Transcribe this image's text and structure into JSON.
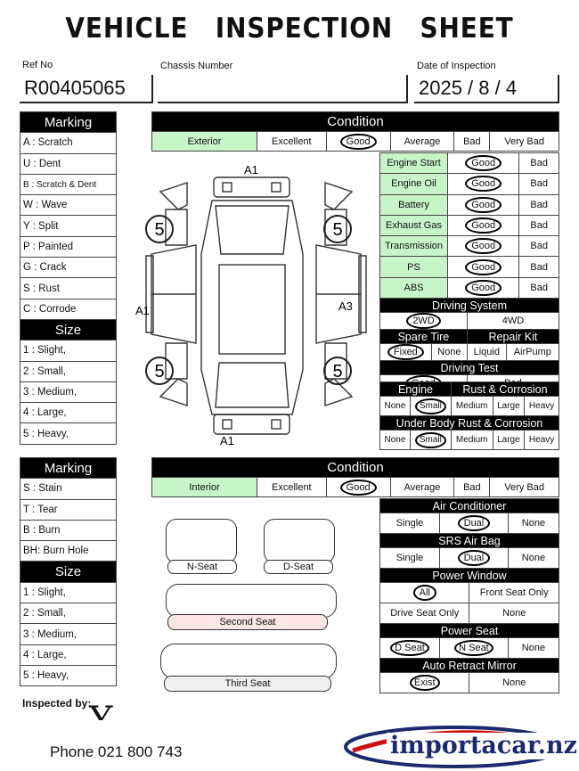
{
  "title": "VEHICLE INSPECTION SHEET",
  "header": {
    "ref_label": "Ref No",
    "ref_value": "R00405065",
    "chassis_label": "Chassis Number",
    "chassis_value": "",
    "date_label": "Date of Inspection",
    "date_value": "2025 / 8 / 4"
  },
  "ext_marking": {
    "title": "Marking",
    "items": [
      "A : Scratch",
      "U : Dent",
      "B : Scratch & Dent",
      "W : Wave",
      "Y : Split",
      "P : Painted",
      "G : Crack",
      "S : Rust",
      "C : Corrode"
    ],
    "size_title": "Size",
    "sizes": [
      "1 : Slight,",
      "2 : Small,",
      "3 : Medium,",
      "4 : Large,",
      "5 : Heavy,"
    ]
  },
  "ext_condition": {
    "title": "Condition",
    "row_label": "Exterior",
    "grades": [
      "Excellent",
      "Good",
      "Average",
      "Bad",
      "Very Bad"
    ],
    "checks": [
      {
        "label": "Engine Start",
        "a": "Good",
        "b": "Bad"
      },
      {
        "label": "Engine Oil",
        "a": "Good",
        "b": "Bad"
      },
      {
        "label": "Battery",
        "a": "Good",
        "b": "Bad"
      },
      {
        "label": "Exhaust Gas",
        "a": "Good",
        "b": "Bad"
      },
      {
        "label": "Transmission",
        "a": "Good",
        "b": "Bad"
      },
      {
        "label": "PS",
        "a": "Good",
        "b": "Bad"
      },
      {
        "label": "ABS",
        "a": "Good",
        "b": "Bad"
      }
    ],
    "driving_system": {
      "title": "Driving System",
      "opt1": "2WD",
      "opt2": "4WD"
    },
    "spare_tire": {
      "title": "Spare Tire",
      "opt1": "Fixed",
      "opt2": "None"
    },
    "repair_kit": {
      "title": "Repair Kit",
      "opt1": "Liquid",
      "opt2": "AirPump"
    },
    "driving_test": {
      "title": "Driving Test",
      "opt1": "Good",
      "opt2": "Bad"
    },
    "engine": {
      "title": "Engine",
      "rust_title": "Rust & Corrosion",
      "opts": [
        "None",
        "Small",
        "Medium",
        "Large",
        "Heavy"
      ]
    },
    "underbody": {
      "title": "Under Body Rust & Corrosion",
      "opts": [
        "None",
        "Small",
        "Medium",
        "Large",
        "Heavy"
      ]
    }
  },
  "car_marks": {
    "front": "A1",
    "left": "A1",
    "right": "A3",
    "rear": "A1",
    "tire": "5"
  },
  "int_marking": {
    "title": "Marking",
    "items": [
      "S : Stain",
      "T : Tear",
      "B : Burn",
      "BH: Burn Hole"
    ],
    "size_title": "Size",
    "sizes": [
      "1 : Slight,",
      "2 : Small,",
      "3 : Medium,",
      "4 : Large,",
      "5 : Heavy,"
    ]
  },
  "int_condition": {
    "title": "Condition",
    "row_label": "Interior",
    "grades": [
      "Excellent",
      "Good",
      "Average",
      "Bad",
      "Very Bad"
    ],
    "air_con": {
      "title": "Air Conditioner",
      "opts": [
        "Single",
        "Dual",
        "None"
      ]
    },
    "srs": {
      "title": "SRS Air Bag",
      "opts": [
        "Single",
        "Dual",
        "None"
      ]
    },
    "power_window": {
      "title": "Power Window",
      "opts": [
        "All",
        "Front Seat Only"
      ],
      "opts2": [
        "Drive Seat Only",
        "None"
      ]
    },
    "power_seat": {
      "title": "Power Seat",
      "opts": [
        "D Seat",
        "N Seat",
        "None"
      ]
    },
    "mirror": {
      "title": "Auto Retract Mirror",
      "opts": [
        "Exist",
        "None"
      ]
    }
  },
  "seats": {
    "n": "N-Seat",
    "d": "D-Seat",
    "second": "Second  Seat",
    "third": "Third  Seat"
  },
  "footer": {
    "inspected_label": "Inspected by:",
    "signature": "Y. MARUO",
    "phone": "Phone  021 800 743",
    "brand": "importacar.nz",
    "brand_color": "#1a2a6c",
    "brand_accent": "#cc1111"
  }
}
